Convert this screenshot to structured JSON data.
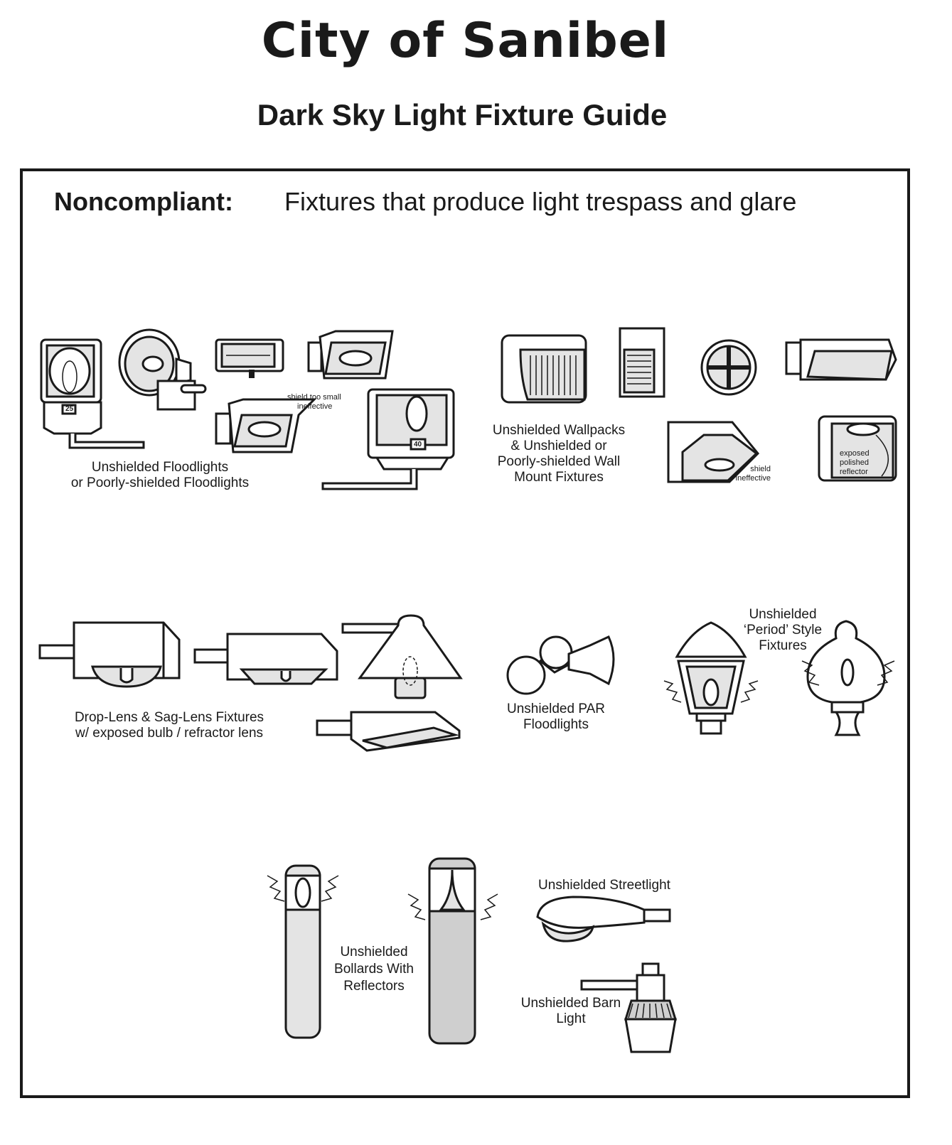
{
  "header": {
    "title": "City of Sanibel",
    "subtitle": "Dark Sky Light Fixture Guide"
  },
  "section": {
    "label": "Noncompliant:",
    "description": "Fixtures that produce light trespass and glare"
  },
  "groups": {
    "floodlights": {
      "label": [
        "Unshielded Floodlights",
        "or Poorly-shielded Floodlights"
      ],
      "note": [
        "shield too small",
        "ineffective"
      ],
      "fixture_numbers": [
        "25",
        "40"
      ]
    },
    "wallpacks": {
      "label": [
        "Unshielded Wallpacks",
        "& Unshielded or",
        "Poorly-shielded Wall",
        "Mount Fixtures"
      ],
      "note_shield": [
        "shield",
        "ineffective"
      ],
      "note_reflector": [
        "exposed",
        "polished",
        "reflector"
      ]
    },
    "droplens": {
      "label": [
        "Drop-Lens & Sag-Lens Fixtures",
        "w/ exposed bulb / refractor lens"
      ]
    },
    "par": {
      "label": [
        "Unshielded PAR",
        "Floodlights"
      ]
    },
    "period": {
      "label": [
        "Unshielded",
        "‘Period’ Style",
        "Fixtures"
      ]
    },
    "bollards": {
      "label": [
        "Unshielded",
        "Bollards With",
        "Reflectors"
      ]
    },
    "streetlight": {
      "label": "Unshielded Streetlight"
    },
    "barn": {
      "label": [
        "Unshielded Barn",
        "Light"
      ]
    }
  }
}
